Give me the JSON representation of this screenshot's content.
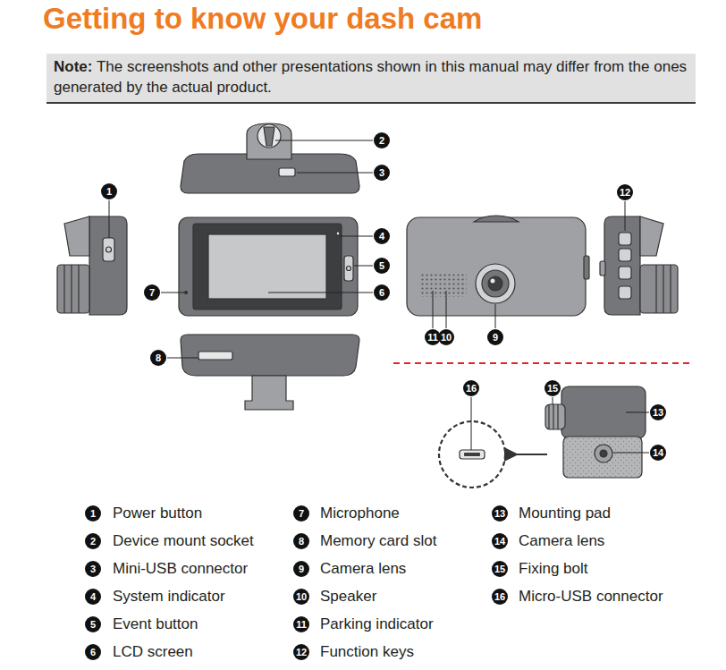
{
  "diagram": {
    "title": "Getting to know your dash cam",
    "nodes": [
      {
        "text": [
          "Note:",
          "The screenshots and other presentations shown in this manual may differ from the ones generated by the actual product."
        ]
      }
    ],
    "labels": [
      "2",
      "3",
      "1",
      "4",
      "5",
      "7",
      "6",
      "8",
      "12",
      "11",
      "10",
      "9",
      "16",
      "15",
      "13",
      "14",
      "1",
      "Power button",
      "7",
      "Microphone",
      "13",
      "Mounting pad",
      "2",
      "Device mount socket",
      "8",
      "Memory card slot",
      "14",
      "Camera lens",
      "3",
      "Mini-USB connector",
      "9",
      "Camera lens",
      "15",
      "Fixing bolt",
      "4",
      "System indicator",
      "10",
      "Speaker",
      "16",
      "Micro-USB connector",
      "5",
      "Event button",
      "11",
      "Parking indicator",
      "6",
      "LCD screen",
      "12",
      "Function keys"
    ]
  }
}
